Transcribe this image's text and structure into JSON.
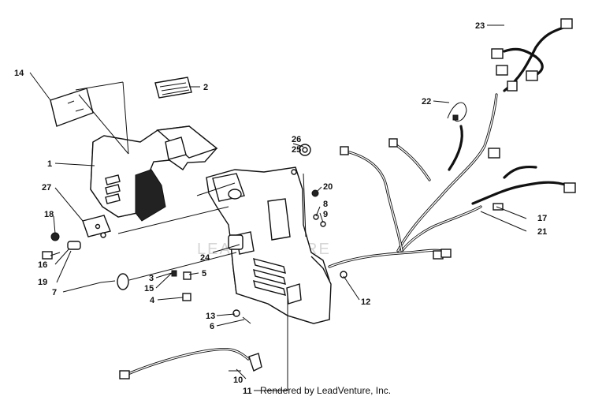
{
  "watermark": "LEADVENTURE",
  "credit": "Rendered by LeadVenture, Inc.",
  "callouts": {
    "c1": "1",
    "c2": "2",
    "c3": "3",
    "c4": "4",
    "c5": "5",
    "c6": "6",
    "c7": "7",
    "c8": "8",
    "c9": "9",
    "c10": "10",
    "c11": "11",
    "c12": "12",
    "c13": "13",
    "c14": "14",
    "c15": "15",
    "c16": "16",
    "c17": "17",
    "c18": "18",
    "c19": "19",
    "c20": "20",
    "c21": "21",
    "c22": "22",
    "c23": "23",
    "c24": "24",
    "c25": "25",
    "c26": "26",
    "c27": "27"
  }
}
